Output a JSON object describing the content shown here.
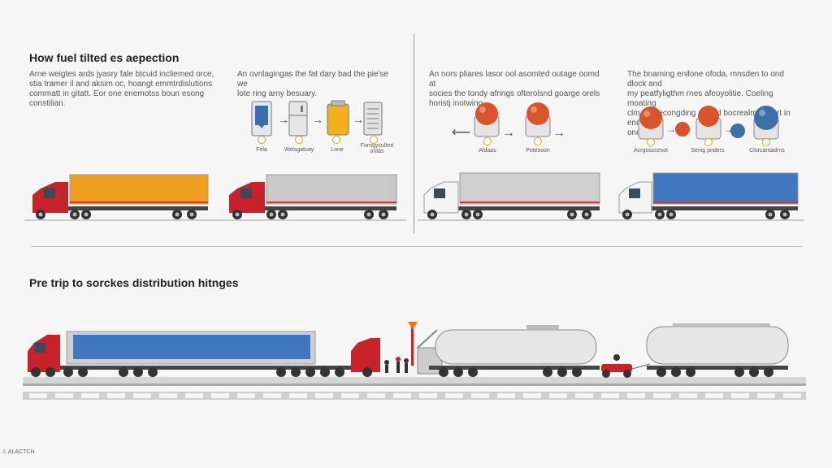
{
  "section1": {
    "title": "How fuel tilted es aepection",
    "desc": [
      "Arne weigtes ards jyasry fale btcuid incliemed orce,",
      "stia tramer il and aksim oc, hoangt emmtrdislutions",
      "commatt in gitatt. Eor one enemotss boun esong",
      "constilian."
    ]
  },
  "panel2": {
    "desc": [
      "An ovnlagingas the fat dary bad the pie'se we",
      "lote ring arny besuary."
    ],
    "captions": [
      "Fela",
      "Welsgatuay",
      "Lone",
      "Forngyculhnt ontas"
    ]
  },
  "panel3": {
    "desc": [
      "An nors pliares lasor ool asomted outage oomd at",
      "socies the tondy afrings ofterolsnd goarge orels",
      "horistj inotwing."
    ],
    "captions": [
      "Aldaas",
      "Potesoon"
    ]
  },
  "panel4": {
    "desc": [
      "The bnaming enilone ofoda, mnsden to ond dlock and",
      "my peatfyligthm rnes afeoyolitie. Coeling moating",
      "clm for oecongding arothd bocrealme chart in end",
      "onofias"
    ],
    "captions": [
      "Acrgosccesot",
      "Senig pnders",
      "Clorcantadrns"
    ]
  },
  "section2": {
    "title": "Pre trip to sorckes distribution hitnges"
  },
  "footer": "⚠ ALACTCH",
  "colors": {
    "cab_red": "#c8222a",
    "trailer_orange": "#f0a020",
    "trailer_grey": "#c9c9c9",
    "trailer_blue": "#3f78c0",
    "ball_red": "#d9532b",
    "ball_blue": "#3e70a8",
    "badge_gold": "#d9a30e"
  }
}
